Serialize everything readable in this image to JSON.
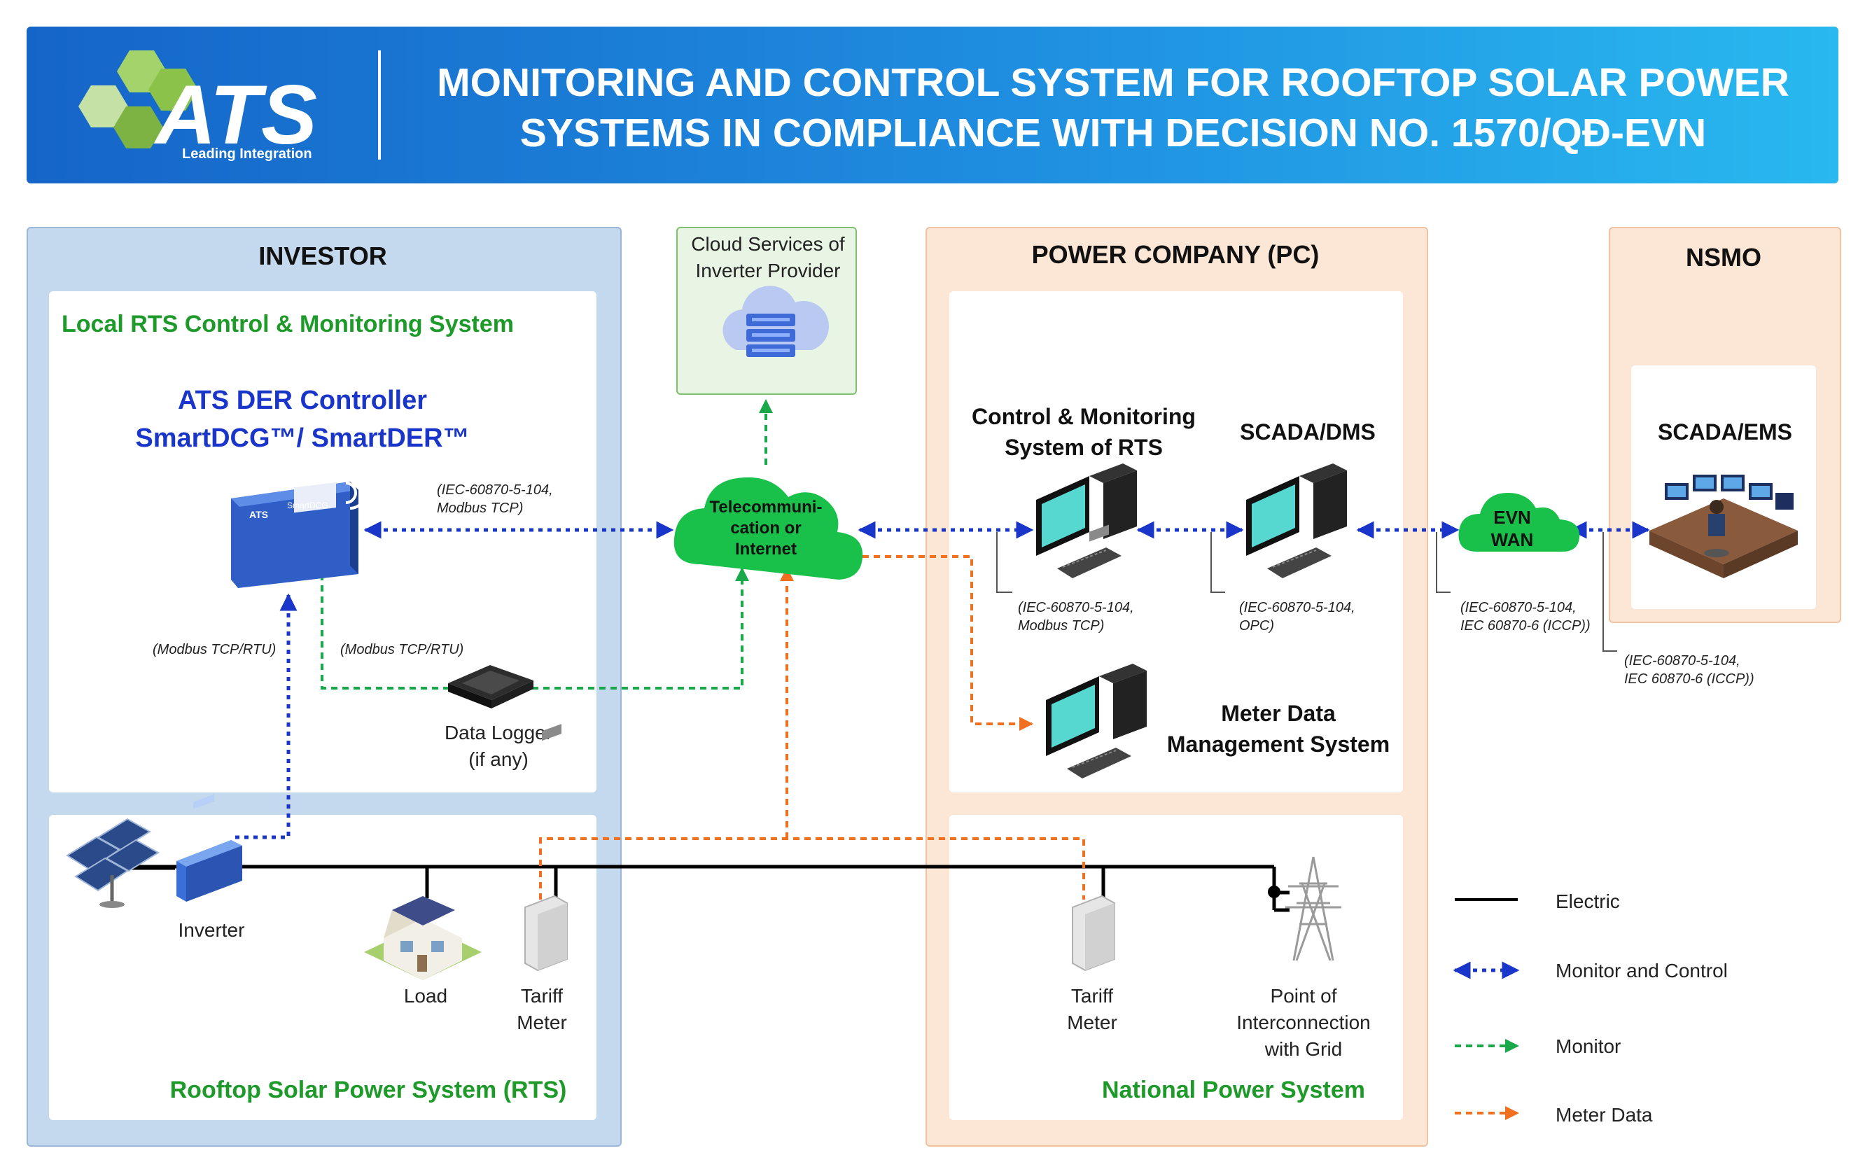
{
  "header": {
    "logo_text": "ATS",
    "logo_tagline": "Leading Integration",
    "title_line1": "MONITORING AND CONTROL SYSTEM FOR ROOFTOP SOLAR POWER",
    "title_line2": "SYSTEMS IN COMPLIANCE WITH DECISION NO. 1570/QĐ-EVN",
    "colors": {
      "banner_start": "#1565c8",
      "banner_end": "#29b8ef",
      "logo_green": "#8bc34a"
    }
  },
  "investor": {
    "title": "INVESTOR",
    "local_system_title": "Local RTS Control & Monitoring System",
    "controller_title_line1": "ATS DER Controller",
    "controller_title_line2": "SmartDCG™/ SmartDER™",
    "controller_device_brand": "ATS",
    "controller_device_label": "SmartDCG",
    "data_logger_line1": "Data Logger",
    "data_logger_line2": "(if any)",
    "rts_title": "Rooftop Solar Power System (RTS)",
    "inverter_label": "Inverter",
    "load_label": "Load",
    "tariff_meter_line1": "Tariff",
    "tariff_meter_line2": "Meter"
  },
  "cloud": {
    "line1": "Cloud Services of",
    "line2": "Inverter Provider"
  },
  "telecom": {
    "line1": "Telecommuni-",
    "line2": "cation or",
    "line3": "Internet"
  },
  "power_company": {
    "title": "POWER COMPANY (PC)",
    "cms_line1": "Control & Monitoring",
    "cms_line2": "System of RTS",
    "scada_dms": "SCADA/DMS",
    "mdms_line1": "Meter Data",
    "mdms_line2": "Management System",
    "national_title": "National Power System",
    "tariff_meter_line1": "Tariff",
    "tariff_meter_line2": "Meter",
    "poi_line1": "Point of",
    "poi_line2": "Interconnection",
    "poi_line3": "with Grid"
  },
  "evn_wan": {
    "line1": "EVN",
    "line2": "WAN"
  },
  "nsmo": {
    "title": "NSMO",
    "scada_ems": "SCADA/EMS"
  },
  "protocols": {
    "ctrl_to_telecom_1": "(IEC-60870-5-104,",
    "ctrl_to_telecom_2": "Modbus TCP)",
    "inverter_to_ctrl": "(Modbus TCP/RTU)",
    "logger_to_ctrl": "(Modbus TCP/RTU)",
    "cms_1": "(IEC-60870-5-104,",
    "cms_2": "Modbus TCP)",
    "dms_1": "(IEC-60870-5-104,",
    "dms_2": "OPC)",
    "wan_1": "(IEC-60870-5-104,",
    "wan_2": "IEC 60870-6 (ICCP))",
    "nsmo_1": "(IEC-60870-5-104,",
    "nsmo_2": "IEC 60870-6 (ICCP))"
  },
  "legend": {
    "items": [
      {
        "label": "Electric",
        "color": "#000000",
        "style": "solid"
      },
      {
        "label": "Monitor and Control",
        "color": "#1a35c9",
        "style": "dotted-both-arrows"
      },
      {
        "label": "Monitor",
        "color": "#19a84a",
        "style": "dashed-arrow"
      },
      {
        "label": "Meter Data",
        "color": "#f07020",
        "style": "dashed-arrow"
      }
    ]
  }
}
